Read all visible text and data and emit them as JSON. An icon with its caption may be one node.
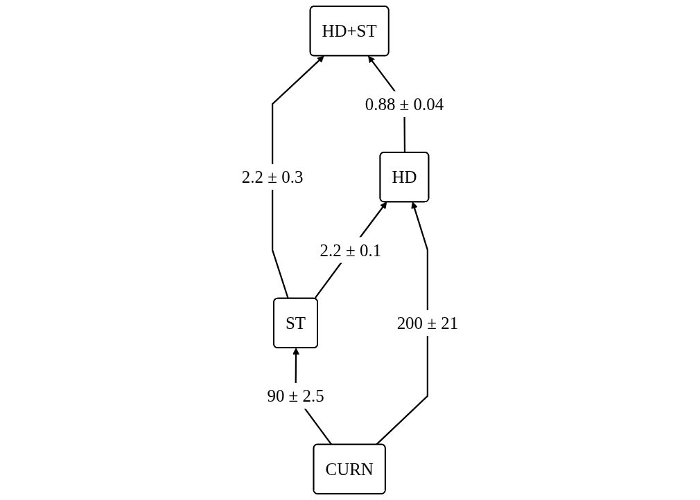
{
  "diagram": {
    "nodes": [
      {
        "text": [
          "HD+ST"
        ]
      },
      {
        "text": [
          "ST"
        ]
      },
      {
        "text": [
          "HD"
        ]
      },
      {
        "text": [
          "CURN"
        ]
      }
    ],
    "edges": [
      {
        "from": 1,
        "to": 0,
        "arrow": "to",
        "label": "2.2 ± 0.3"
      },
      {
        "from": 2,
        "to": 0,
        "arrow": "to",
        "label": "0.88 ± 0.04"
      },
      {
        "from": 1,
        "to": 2,
        "arrow": "to",
        "label": "2.2 ± 0.1"
      },
      {
        "from": 3,
        "to": 1,
        "arrow": "to",
        "label": "90 ± 2.5"
      },
      {
        "from": 3,
        "to": 2,
        "arrow": "to",
        "label": "200 ± 21"
      }
    ]
  }
}
